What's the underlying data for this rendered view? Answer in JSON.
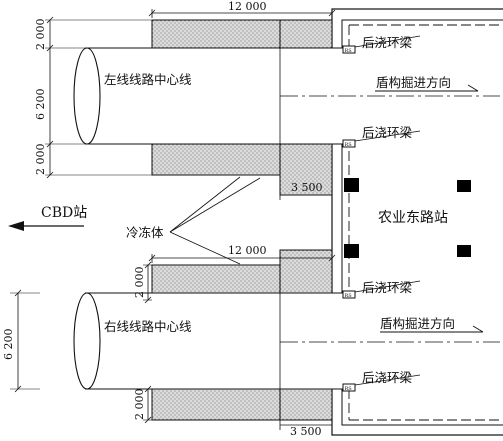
{
  "labels": {
    "left_centerline": "左线线路中心线",
    "right_centerline": "右线线路中心线",
    "ring_beam": "后浇环梁",
    "shield_direction": "盾构掘进方向",
    "station": "农业东路站",
    "cbd": "CBD站",
    "frozen_body": "冷冻体",
    "beam_tag": "RS"
  },
  "dimensions": {
    "top_length": "12 000",
    "mid_length": "12 000",
    "step_top": "3 500",
    "step_bottom": "3 500",
    "side_top": "2 000",
    "side_mid": "6 200",
    "side_low": "2 000",
    "lower_upper": "2 000",
    "lower_span": "6 200",
    "lower_low": "2 000"
  },
  "colors": {
    "frozen_fill": "#d4d4d4",
    "line": "#111111",
    "column": "#000000"
  }
}
